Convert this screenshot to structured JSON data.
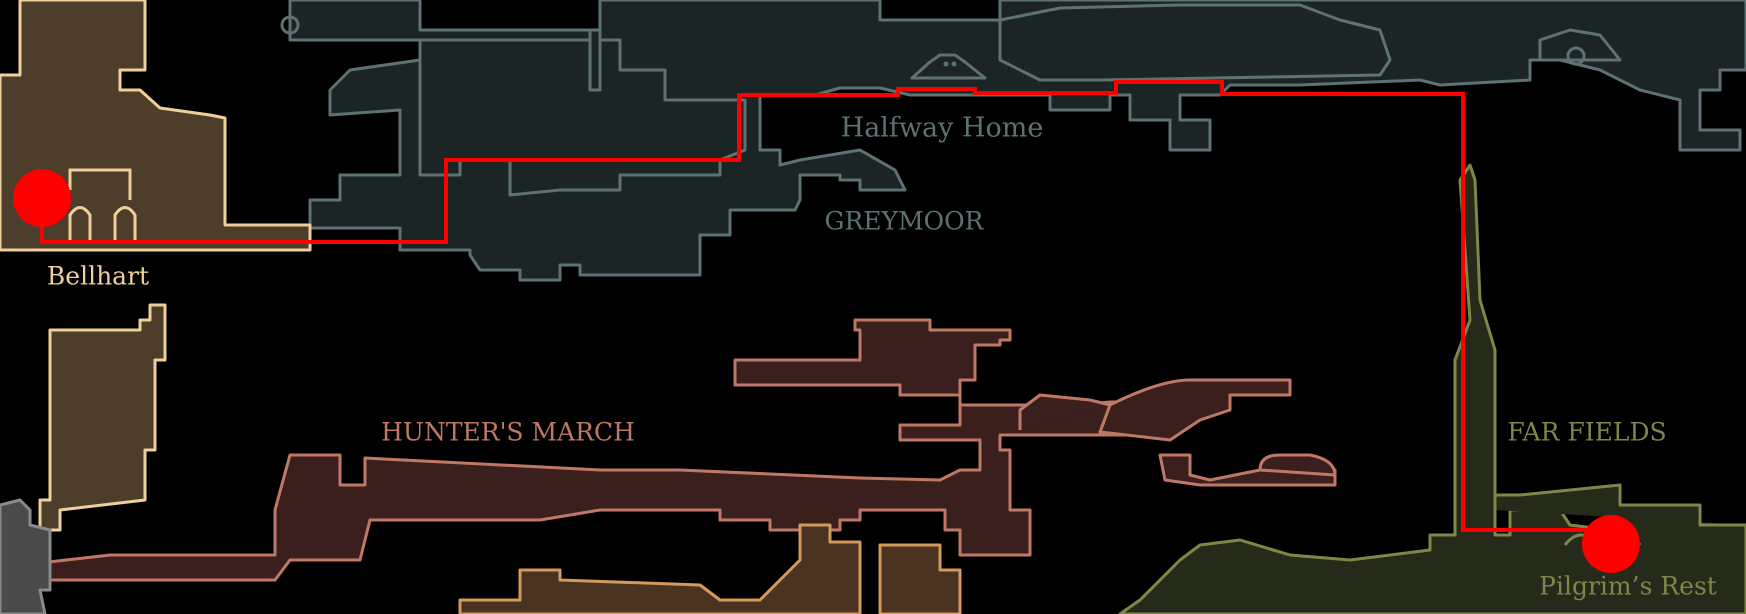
{
  "map": {
    "regions": [
      {
        "name": "Halfway Home",
        "color": "#5e7173"
      },
      {
        "name": "GREYMOOR",
        "color": "#5e7173"
      },
      {
        "name": "Bellhart",
        "color": "#efd09a"
      },
      {
        "name": "HUNTER'S MARCH",
        "color": "#c07866"
      },
      {
        "name": "FAR FIELDS",
        "color": "#7d8848"
      },
      {
        "name": "Pilgrim’s Rest",
        "color": "#7d8848"
      }
    ],
    "route": {
      "color": "#ff0000",
      "start": "Bellhart",
      "end": "Pilgrim’s Rest"
    }
  }
}
